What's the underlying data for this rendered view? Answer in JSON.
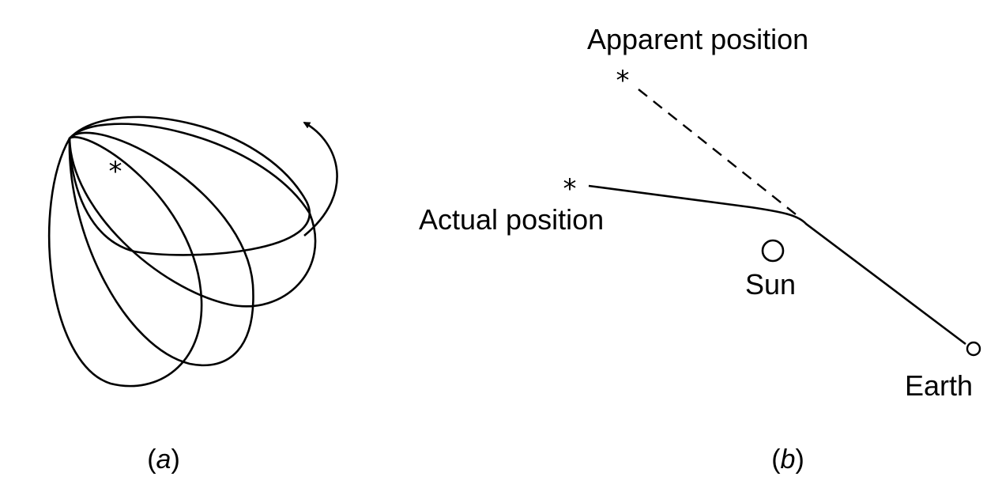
{
  "panel_a": {
    "caption_open": "(",
    "caption_letter": "a",
    "caption_close": ")",
    "star": "*"
  },
  "panel_b": {
    "caption_open": "(",
    "caption_letter": "b",
    "caption_close": ")",
    "apparent_star": "*",
    "actual_star": "*",
    "apparent_label": "Apparent position",
    "actual_label": "Actual position",
    "sun_label": "Sun",
    "earth_label": "Earth"
  }
}
